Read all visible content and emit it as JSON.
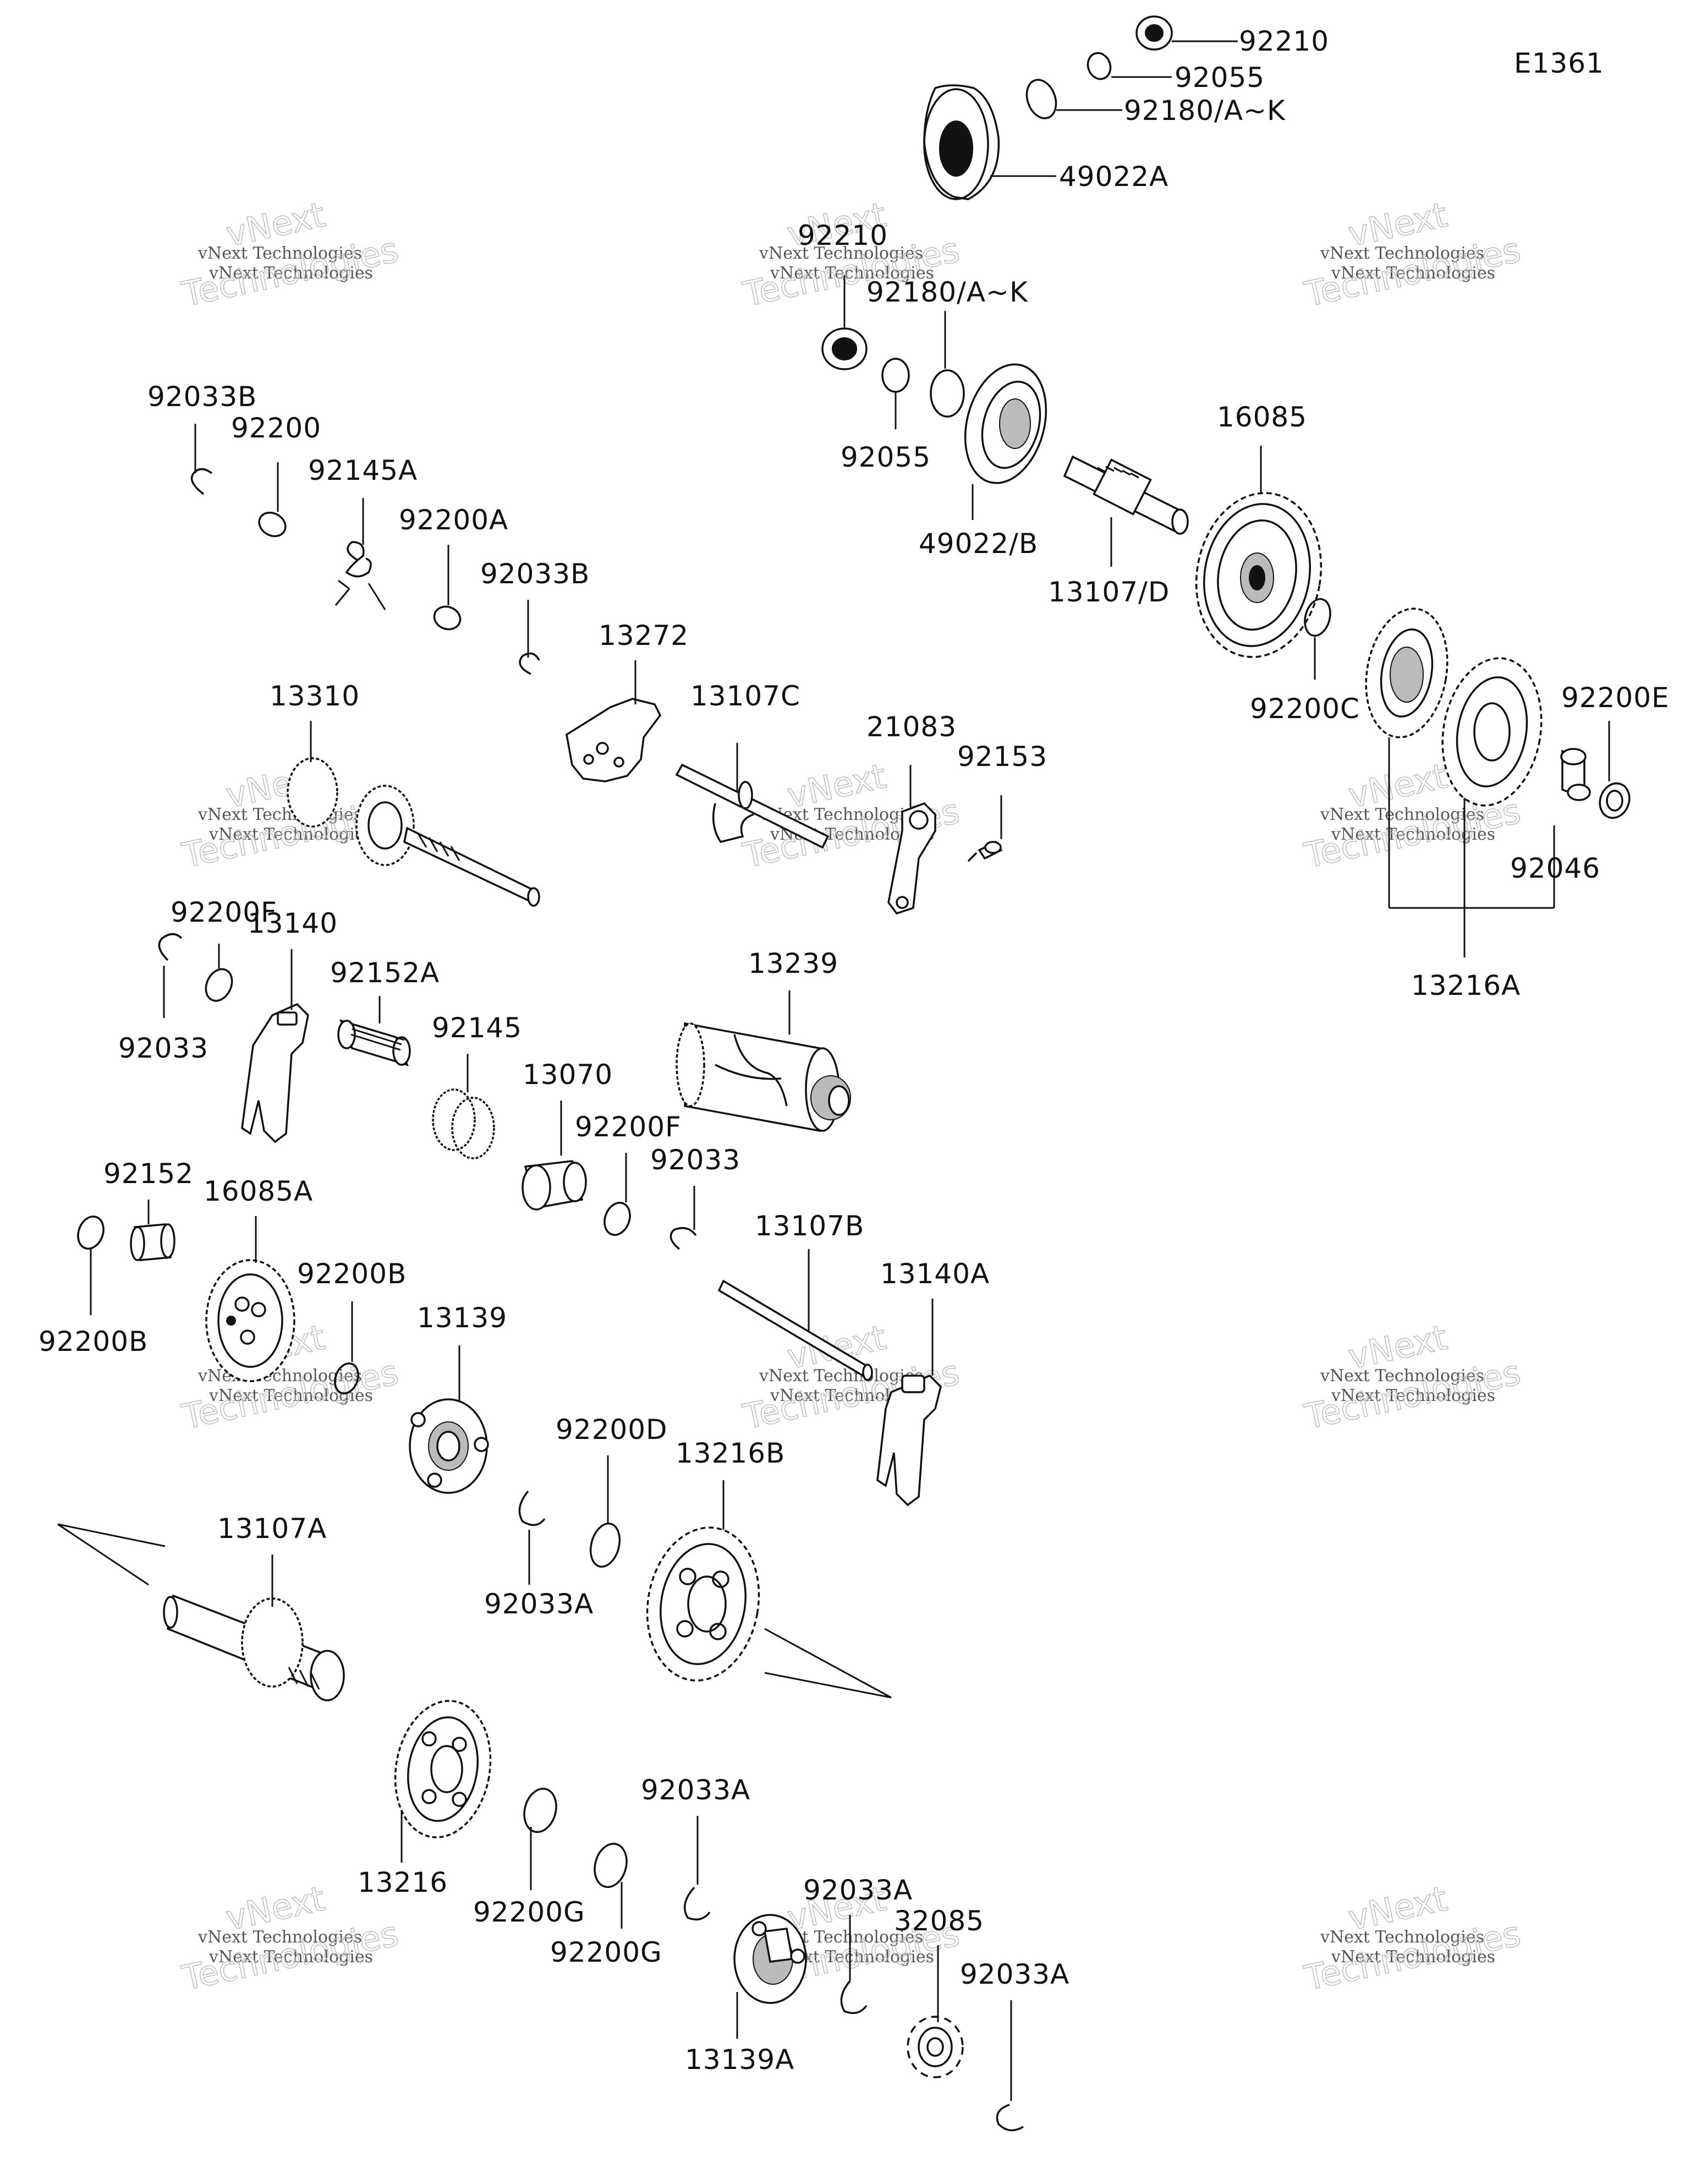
{
  "diagram_code": "E1361",
  "watermark": {
    "line1": "vNext Technologies",
    "line2": "vNext",
    "line3": "Technologies"
  },
  "parts": {
    "p92210_top": "92210",
    "p92055_top": "92055",
    "p92180_top": "92180/A~K",
    "p49022A": "49022A",
    "p92210_mid": "92210",
    "p92180_mid": "92180/A~K",
    "p92055_mid": "92055",
    "p49022B": "49022/B",
    "p13107D": "13107/D",
    "p16085": "16085",
    "p92200C": "92200C",
    "p92200E": "92200E",
    "p92046": "92046",
    "p13216A": "13216A",
    "p92033B_1": "92033B",
    "p92200": "92200",
    "p92145A": "92145A",
    "p92200A": "92200A",
    "p92033B_2": "92033B",
    "p13272": "13272",
    "p13107C": "13107C",
    "p21083": "21083",
    "p92153": "92153",
    "p13310": "13310",
    "p92200F_1": "92200F",
    "p13140": "13140",
    "p92033_1": "92033",
    "p92152A": "92152A",
    "p92145": "92145",
    "p13070": "13070",
    "p13239": "13239",
    "p92200F_2": "92200F",
    "p92033_2": "92033",
    "p92152": "92152",
    "p16085A": "16085A",
    "p92200B_1": "92200B",
    "p92200B_2": "92200B",
    "p13107B": "13107B",
    "p13140A": "13140A",
    "p13139": "13139",
    "p92200D": "92200D",
    "p13216B": "13216B",
    "p92033A_1": "92033A",
    "p13107A": "13107A",
    "p13216": "13216",
    "p92200G_1": "92200G",
    "p92200G_2": "92200G",
    "p92033A_2": "92033A",
    "p92033A_3": "92033A",
    "p32085": "32085",
    "p92033A_4": "92033A",
    "p13139A": "13139A"
  }
}
